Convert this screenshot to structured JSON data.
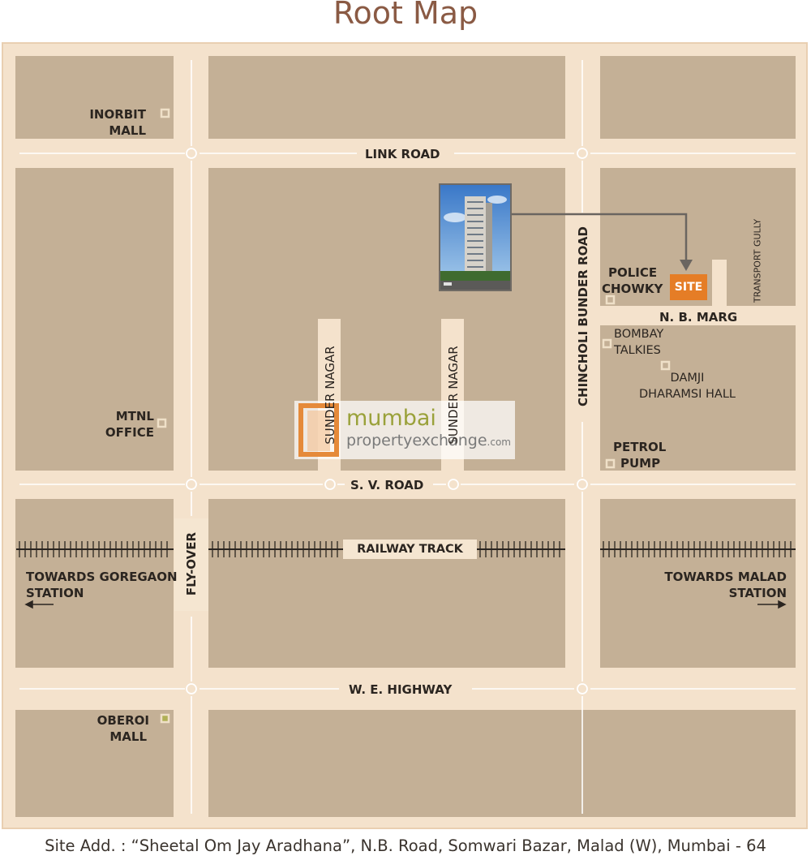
{
  "title": "Root Map",
  "labels": {
    "inorbit_mall": [
      "INORBIT",
      "MALL"
    ],
    "link_road": "LINK ROAD",
    "mtnl_office": [
      "MTNL",
      "OFFICE"
    ],
    "sunder_nagar_1": "SUNDER NAGAR",
    "sunder_nagar_2": "SUNDER NAGAR",
    "chincholi_bunder_road": "CHINCHOLI BUNDER ROAD",
    "transport_gully": "TRANSPORT GULLY",
    "police_chowky": [
      "POLICE",
      "CHOWKY"
    ],
    "site": "SITE",
    "nb_marg": "N. B. MARG",
    "bombay_talkies": [
      "BOMBAY",
      "TALKIES"
    ],
    "damji_dharamsi_hall": [
      "DAMJI",
      "DHARAMSI HALL"
    ],
    "petrol_pump": [
      "PETROL",
      "PUMP"
    ],
    "sv_road": "S. V. ROAD",
    "fly_over": "FLY-OVER",
    "railway_track": "RAILWAY TRACK",
    "towards_goregaon": [
      "TOWARDS GOREGAON",
      "STATION"
    ],
    "towards_malad": [
      "TOWARDS MALAD",
      "STATION"
    ],
    "we_highway": "W. E. HIGHWAY",
    "oberoi_mall": [
      "OBEROI",
      "MALL"
    ]
  },
  "watermark": {
    "brand_top": "mumbai",
    "brand_bottom": "propertyexchange",
    "brand_suffix": ".com"
  },
  "footer": "Site Add. : “Sheetal Om Jay Aradhana”, N.B. Road, Somwari Bazar, Malad (W), Mumbai - 64",
  "colors": {
    "block": "#c4b096",
    "road": "#f4e2cc",
    "site_badge": "#e57d26",
    "title": "#8a5a44",
    "watermark_green": "#9aa13a"
  }
}
